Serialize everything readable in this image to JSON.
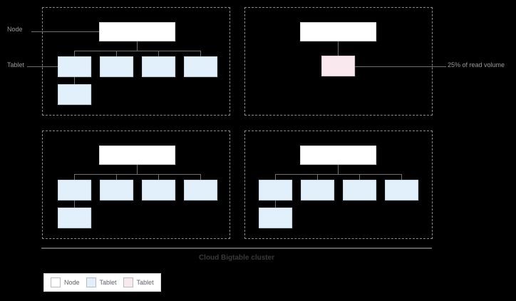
{
  "diagram": {
    "caption": "Cloud Bigtable cluster",
    "side_labels": {
      "node": "Node",
      "tablet": "Tablet"
    },
    "callout": "25% of read volume",
    "colors": {
      "background": "#000000",
      "node_fill": "#ffffff",
      "tablet_fill": "#e1f0fa",
      "tablet_hot_fill": "#fae8ef",
      "connector": "#6f6f6f",
      "frame_dashed": "#8a8a8a",
      "label_text": "#9a9a9a",
      "caption_text": "#3a3a3a"
    },
    "quadrants": [
      {
        "name": "top-left",
        "node_count": 1,
        "tablet_count": 5,
        "hot_tablet_count": 0
      },
      {
        "name": "top-right",
        "node_count": 1,
        "tablet_count": 0,
        "hot_tablet_count": 1
      },
      {
        "name": "bottom-left",
        "node_count": 1,
        "tablet_count": 5,
        "hot_tablet_count": 0
      },
      {
        "name": "bottom-right",
        "node_count": 1,
        "tablet_count": 5,
        "hot_tablet_count": 0
      }
    ]
  },
  "legend": {
    "entries": [
      {
        "label": "Node",
        "swatch": "#ffffff"
      },
      {
        "label": "Tablet",
        "swatch": "#e1f0fa"
      },
      {
        "label": "Tablet",
        "swatch": "#fae8ef"
      }
    ]
  }
}
